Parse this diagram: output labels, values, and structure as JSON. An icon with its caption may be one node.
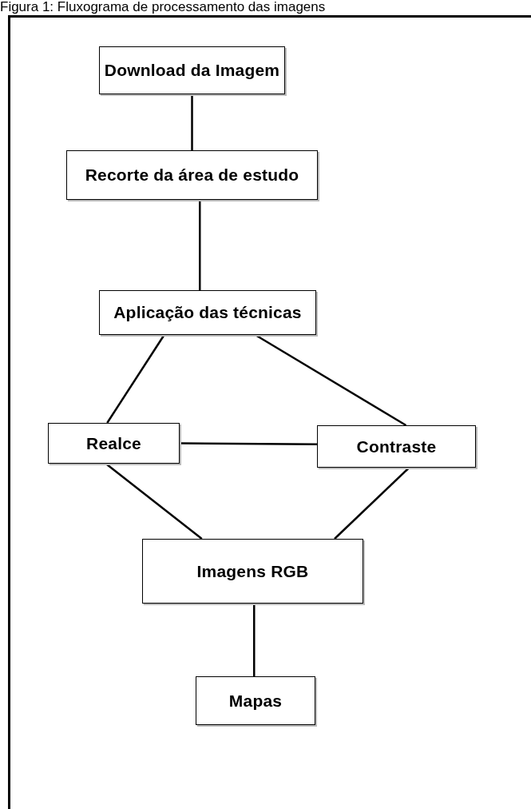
{
  "diagram": {
    "title": "Figura 1: Fluxograma de processamento das imagens",
    "nodes": [
      {
        "text": [
          "Download da Imagem"
        ]
      },
      {
        "text": [
          "Recorte da área de estudo"
        ]
      },
      {
        "text": [
          "Aplicação das técnicas"
        ]
      },
      {
        "text": [
          "Realce"
        ]
      },
      {
        "text": [
          "Contraste"
        ]
      },
      {
        "text": [
          "Imagens RGB"
        ]
      },
      {
        "text": [
          "Mapas"
        ]
      }
    ],
    "edges": [
      {
        "from": 0,
        "to": 1,
        "arrow": "none"
      },
      {
        "from": 1,
        "to": 2,
        "arrow": "none"
      },
      {
        "from": 2,
        "to": 3,
        "arrow": "none"
      },
      {
        "from": 2,
        "to": 4,
        "arrow": "none"
      },
      {
        "from": 3,
        "to": 4,
        "arrow": "none"
      },
      {
        "from": 3,
        "to": 5,
        "arrow": "none"
      },
      {
        "from": 4,
        "to": 5,
        "arrow": "none"
      },
      {
        "from": 5,
        "to": 6,
        "arrow": "none"
      }
    ]
  }
}
